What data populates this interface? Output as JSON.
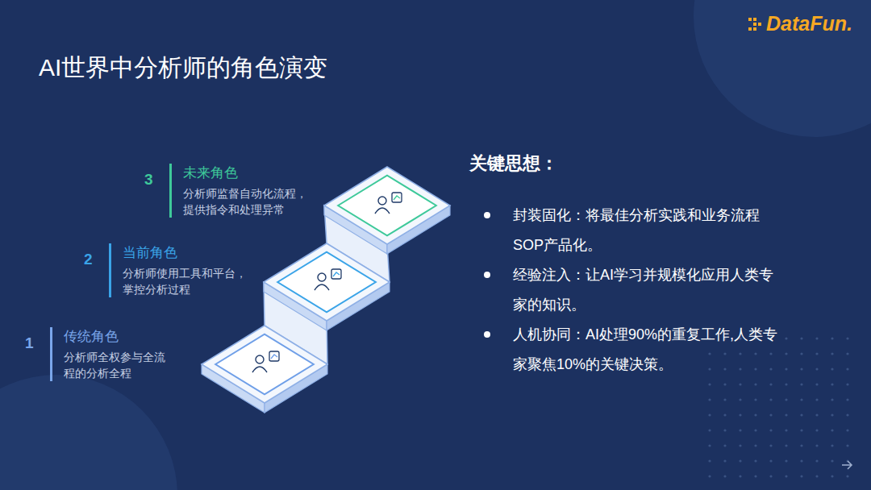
{
  "diagram": {
    "title": "AI世界中分析师的角色演变",
    "nodes": [
      {
        "text": [
          "未来角色",
          "分析师监督自动化流程， 提供指令和处理异常"
        ]
      },
      {
        "text": [
          "当前角色",
          "分析师使用工具和平台， 掌控分析过程"
        ]
      },
      {
        "text": [
          "传统角色",
          "分析师全权参与全流 程的分析全程"
        ]
      }
    ],
    "labels": [
      "DataFun.",
      "3",
      "2",
      "1",
      "关键思想：",
      "封装固化：将最佳分析实践和业务流程 SOP产品化。",
      "经验注入：让AI学习并规模化应用人类专 家的知识。",
      "人机协同：AI处理90%的重复工作,人类专 家聚焦10%的关键决策。"
    ]
  }
}
